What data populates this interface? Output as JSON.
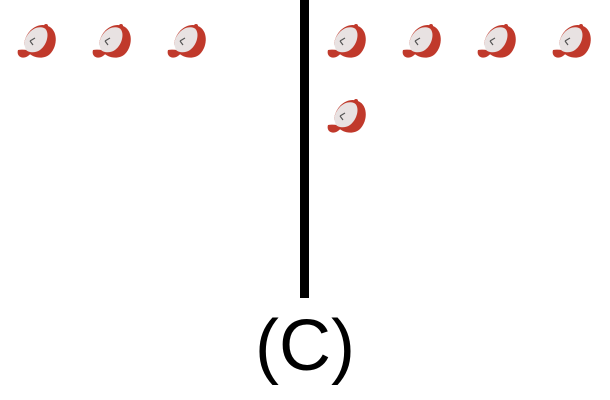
{
  "caption": "(C)",
  "groups": [
    {
      "side": "left",
      "count": 3,
      "item_icon": "baseball-cap-icon"
    },
    {
      "side": "right",
      "count": 5,
      "item_icon": "baseball-cap-icon"
    }
  ],
  "colors": {
    "cap_red": "#c0392b",
    "cap_front": "#e8e2e2",
    "divider": "#000000"
  }
}
